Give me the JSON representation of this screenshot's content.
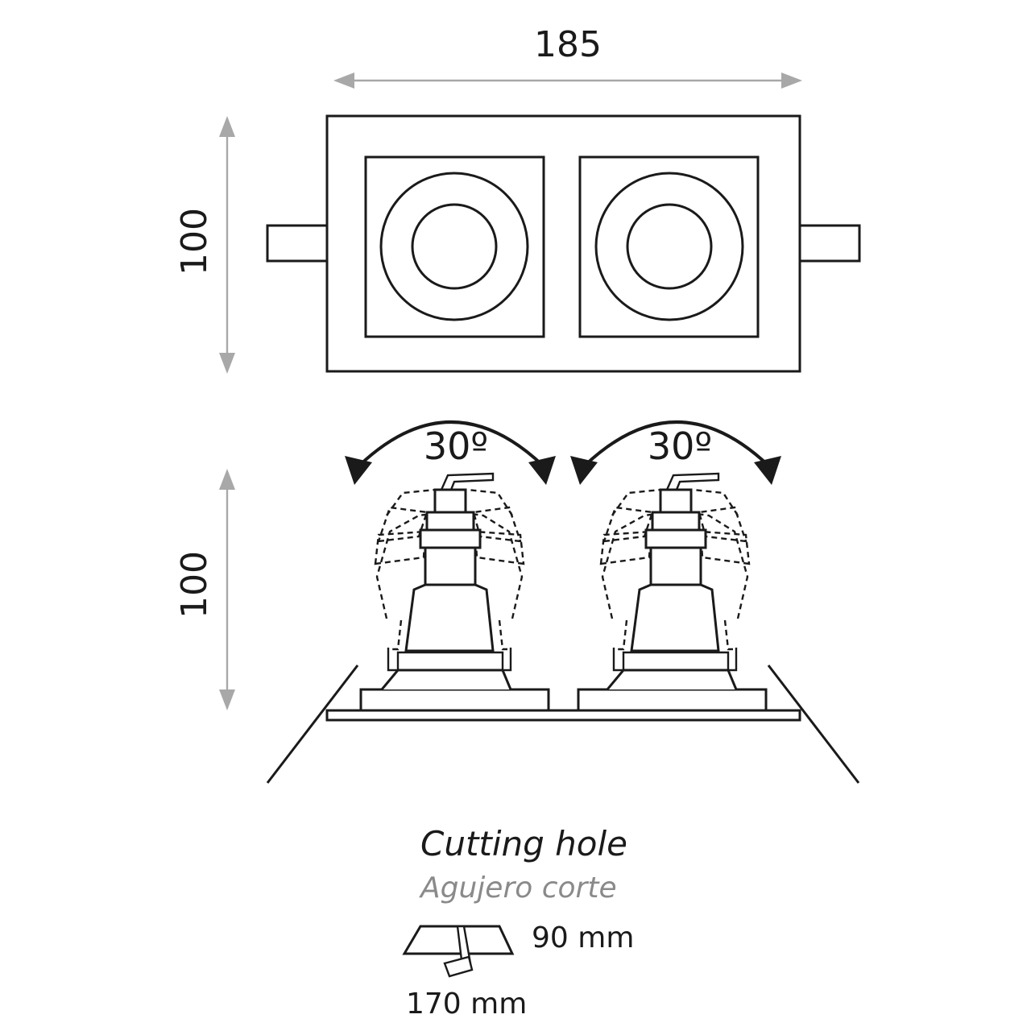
{
  "dimensions": {
    "top_width": "185",
    "top_height": "100",
    "side_height": "100"
  },
  "tilt": {
    "left_angle": "30º",
    "right_angle": "30º"
  },
  "cutting": {
    "title": "Cutting hole",
    "subtitle": "Agujero corte",
    "depth": "90 mm",
    "width": "170 mm"
  }
}
